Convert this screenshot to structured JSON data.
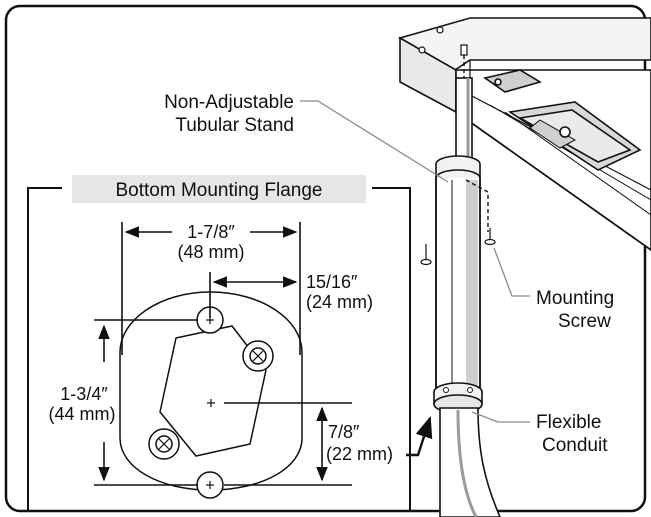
{
  "labels": {
    "stand_line1": "Non-Adjustable",
    "stand_line2": "Tubular Stand",
    "flange_title": "Bottom Mounting Flange",
    "screw_line1": "Mounting",
    "screw_line2": "Screw",
    "conduit_line1": "Flexible",
    "conduit_line2": "Conduit"
  },
  "dimensions": {
    "width_in": "1-7/8″",
    "width_mm": "(48 mm)",
    "offset_in": "15/16″",
    "offset_mm": "(24 mm)",
    "height_in": "1-3/4″",
    "height_mm": "(44 mm)",
    "half_in": "7/8″",
    "half_mm": "(22 mm)"
  },
  "colors": {
    "line": "#111111",
    "leader": "#8a8a8a",
    "title_bg": "#e6e6e6",
    "shading": "#cfcfcf"
  }
}
